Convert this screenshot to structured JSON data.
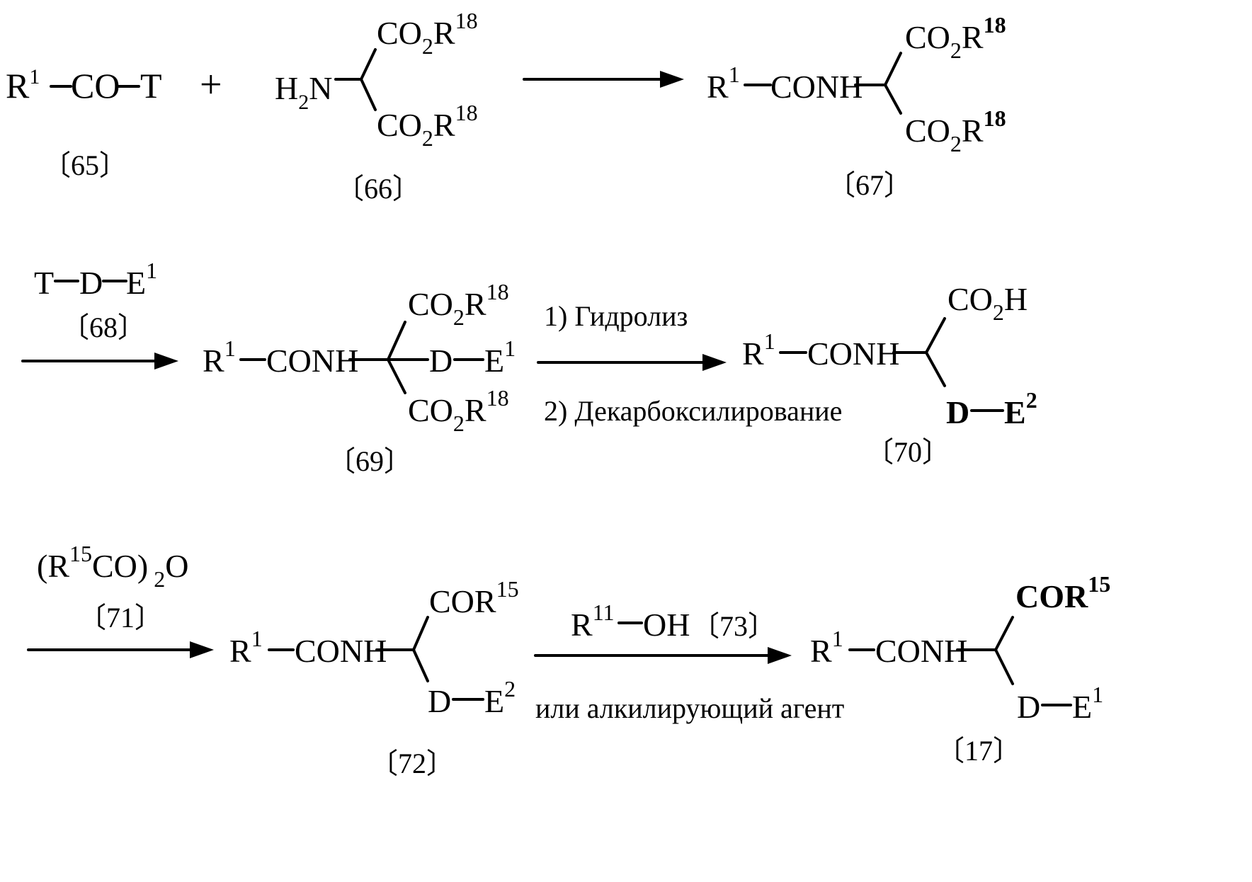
{
  "row1": {
    "reactant_a": {
      "r": "R",
      "r_sup": "1",
      "co": "CO",
      "t": "T",
      "num": "〔65〕"
    },
    "plus": "+",
    "reactant_b": {
      "h": "H",
      "h_sub": "2",
      "n": "N",
      "co": "CO",
      "co_sub": "2",
      "r": "R",
      "r_sup": "18",
      "num": "〔66〕"
    },
    "product": {
      "r": "R",
      "r_sup": "1",
      "conh": "CONH",
      "co": "CO",
      "co_sub": "2",
      "r18": "R",
      "r18_sup": "18",
      "num": "〔67〕"
    }
  },
  "row2": {
    "reagent": {
      "t": "T",
      "d": "D",
      "e": "E",
      "e_sup": "1",
      "num": "〔68〕"
    },
    "intermediate": {
      "r": "R",
      "r_sup": "1",
      "conh": "CONH",
      "d": "D",
      "e": "E",
      "e_sup": "1",
      "co": "CO",
      "co_sub": "2",
      "r18": "R",
      "r18_sup": "18",
      "num": "〔69〕"
    },
    "step1": "1) Гидролиз",
    "step2": "2) Декарбоксилирование",
    "product": {
      "r": "R",
      "r_sup": "1",
      "conh": "CONH",
      "co": "CO",
      "co_sub": "2",
      "h": "H",
      "d": "D",
      "e": "E",
      "e_sup": "2",
      "num": "〔70〕"
    }
  },
  "row3": {
    "reagent": {
      "open": "(R",
      "r_sup": "15",
      "co": "CO)",
      "sub": "2",
      "o": "O",
      "num": "〔71〕"
    },
    "intermediate": {
      "r": "R",
      "r_sup": "1",
      "conh": "CONH",
      "cor": "COR",
      "cor_sup": "15",
      "d": "D",
      "e": "E",
      "e_sup": "2",
      "num": "〔72〕"
    },
    "reagent2": {
      "r": "R",
      "r_sup": "11",
      "oh": "OH",
      "num": "〔73〕"
    },
    "alt": "или алкилирующий агент",
    "product": {
      "r": "R",
      "r_sup": "1",
      "conh": "CONH",
      "cor": "COR",
      "cor_sup": "15",
      "d": "D",
      "e": "E",
      "e_sup": "1",
      "num": "〔17〕"
    }
  }
}
